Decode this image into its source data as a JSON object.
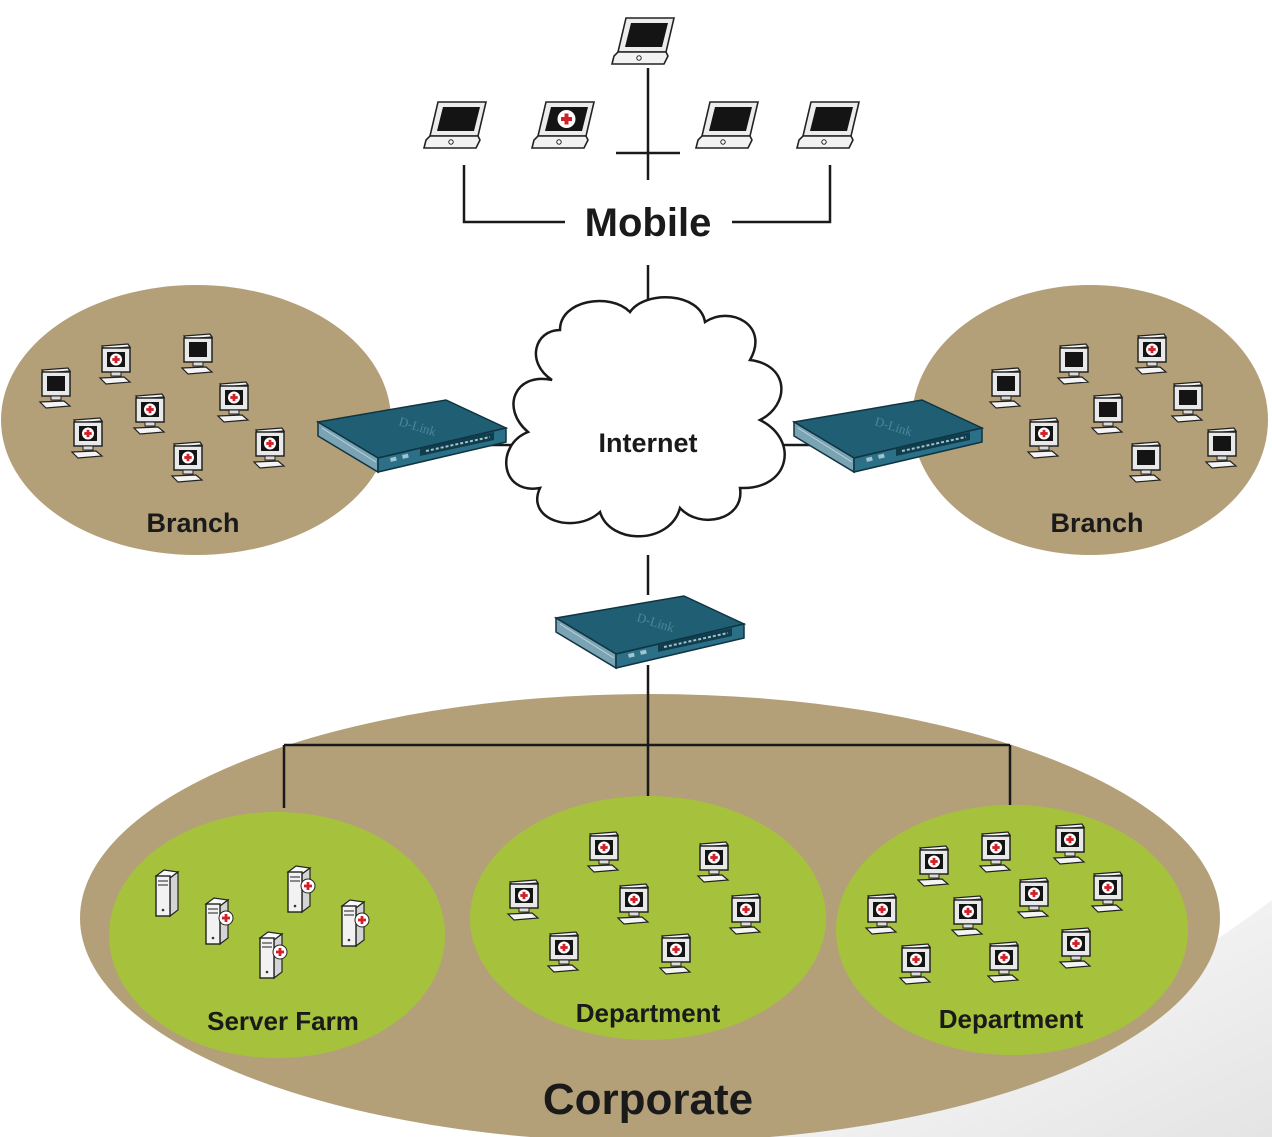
{
  "labels": {
    "mobile": "Mobile",
    "internet": "Internet",
    "branch_left": "Branch",
    "branch_right": "Branch",
    "corporate": "Corporate",
    "server_farm": "Server Farm",
    "department_1": "Department",
    "department_2": "Department"
  },
  "colors": {
    "ground": "#b3a079",
    "zone": "#a6c23c",
    "firewall": "#1f5e73",
    "screen": "#141414",
    "badge": "#d0202a"
  },
  "icons": {
    "mobile": [
      "laptop-icon",
      "protected-laptop-icon",
      "laptop-icon",
      "laptop-icon",
      "laptop-icon"
    ],
    "branch_left": [
      "desktop-icon",
      "protected-desktop-icon",
      "desktop-icon",
      "protected-desktop-icon",
      "protected-desktop-icon",
      "protected-desktop-icon",
      "protected-desktop-icon",
      "protected-desktop-icon"
    ],
    "branch_right": [
      "desktop-icon",
      "desktop-icon",
      "protected-desktop-icon",
      "desktop-icon",
      "protected-desktop-icon",
      "desktop-icon",
      "desktop-icon",
      "desktop-icon",
      "desktop-icon"
    ],
    "server_farm": [
      "server-icon",
      "protected-server-icon",
      "protected-server-icon",
      "protected-server-icon",
      "protected-server-icon"
    ],
    "department_1": [
      "protected-desktop-icon",
      "protected-desktop-icon",
      "protected-desktop-icon",
      "protected-desktop-icon",
      "protected-desktop-icon",
      "protected-desktop-icon",
      "protected-desktop-icon"
    ],
    "department_2": [
      "protected-desktop-icon",
      "protected-desktop-icon",
      "protected-desktop-icon",
      "protected-desktop-icon",
      "protected-desktop-icon",
      "protected-desktop-icon",
      "protected-desktop-icon",
      "protected-desktop-icon",
      "protected-desktop-icon",
      "protected-desktop-icon",
      "protected-desktop-icon"
    ],
    "firewalls": [
      "firewall-icon",
      "firewall-icon",
      "firewall-icon"
    ],
    "internet": "cloud-icon"
  }
}
